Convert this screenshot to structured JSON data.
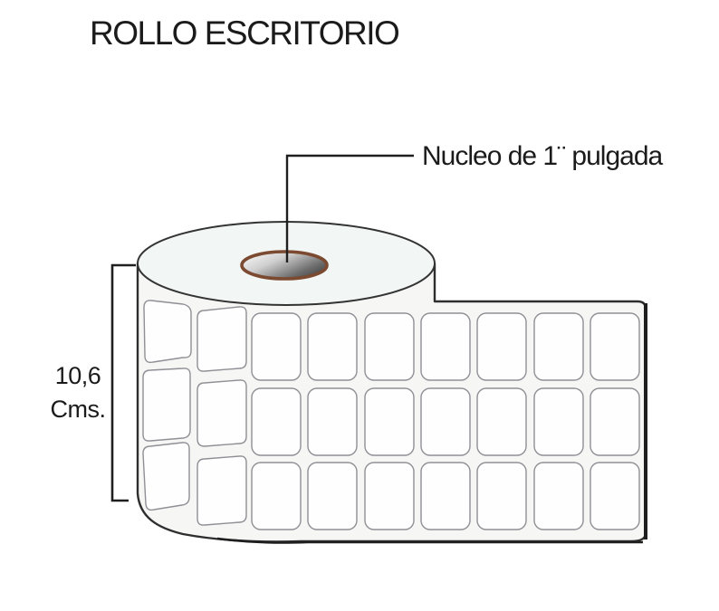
{
  "title": "ROLLO ESCRITORIO",
  "annotations": {
    "core_label": "Nucleo de 1¨ pulgada",
    "height_value": "10,6",
    "height_unit": "Cms."
  },
  "diagram": {
    "type": "label-roll-illustration",
    "labels_grid": {
      "rows": 3,
      "flat_columns": 7,
      "curved_columns": 2,
      "total_columns": 9
    },
    "colors": {
      "outline": "#2e2e2e",
      "label_stroke": "#8f8f95",
      "label_fill": "#fefefe",
      "liner_fill": "#f6f6f5",
      "roll_top_fill": "#f2f6f5",
      "core_rim": "#7b4a31",
      "core_dark": "#454545",
      "core_light": "#f5f5f5",
      "text": "#1b1b1b"
    }
  }
}
